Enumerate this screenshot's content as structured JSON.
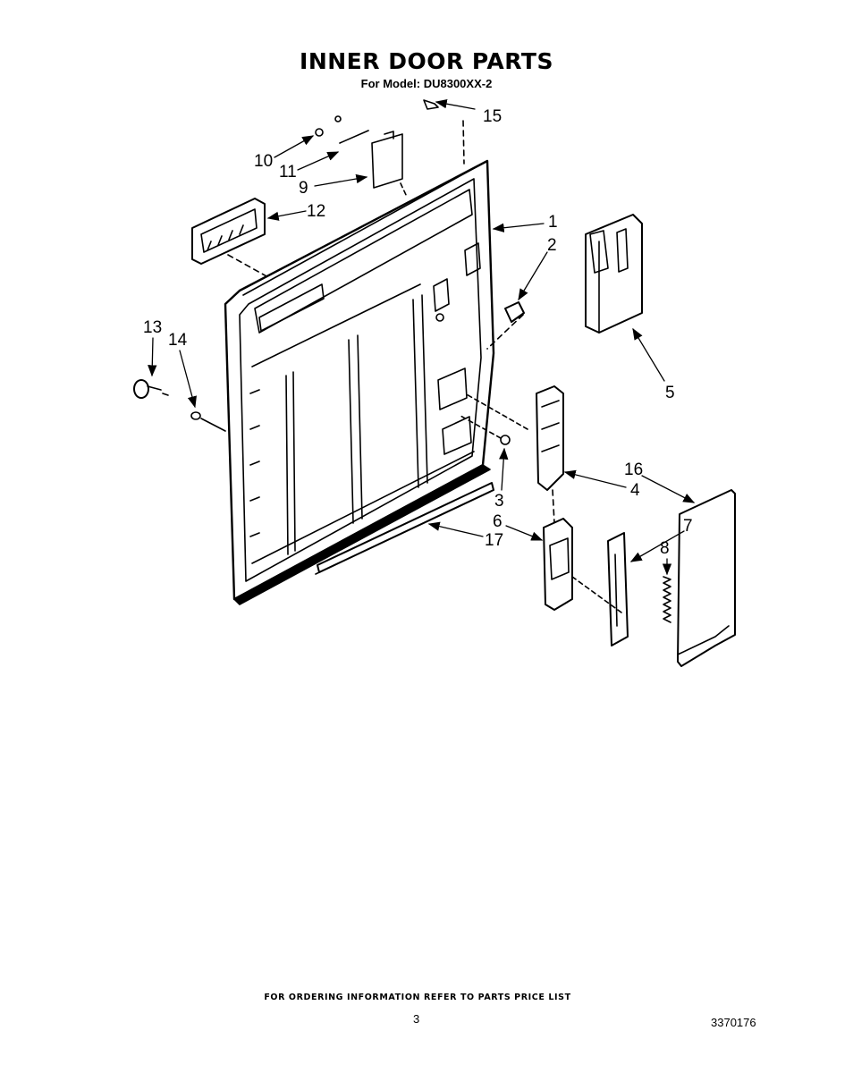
{
  "header": {
    "title": "INNER DOOR PARTS",
    "subtitle": "For Model: DU8300XX-2"
  },
  "callouts": [
    "1",
    "2",
    "3",
    "4",
    "5",
    "6",
    "7",
    "8",
    "9",
    "10",
    "11",
    "12",
    "13",
    "14",
    "15",
    "16",
    "17"
  ],
  "footer": {
    "note": "FOR ORDERING INFORMATION REFER TO PARTS PRICE LIST",
    "page_number": "3",
    "document_number": "3370176"
  }
}
